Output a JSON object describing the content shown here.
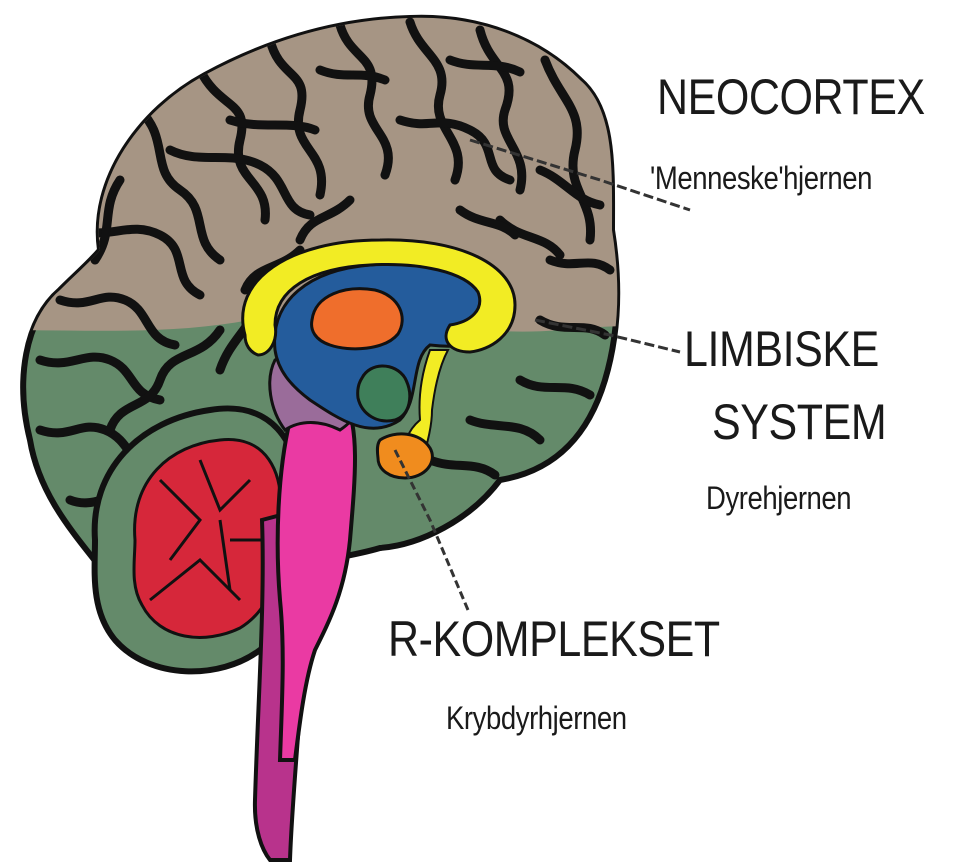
{
  "labels": {
    "neocortex": {
      "title": "NEOCORTEX",
      "subtitle": "'Menneske'hjernen"
    },
    "limbic": {
      "title_line1": "LIMBISKE",
      "title_line2": "SYSTEM",
      "subtitle": "Dyrehjernen"
    },
    "r_complex": {
      "title": "R-KOMPLEKSET",
      "subtitle": "Krybdyrhjernen"
    }
  },
  "colors": {
    "neocortex_upper": "#a69584",
    "neocortex_lower": "#648a6a",
    "cerebellum": "#d6273a",
    "brainstem": "#ea3aa3",
    "spinal_cord": "#b8338c",
    "corpus_callosum": "#f2ec24",
    "ventricle": "#245c9c",
    "thalamus": "#ef6e2c",
    "hippocampus": "#3f7f5a",
    "amygdala": "#f08c1e",
    "outline": "#111111",
    "background": "#ffffff"
  }
}
